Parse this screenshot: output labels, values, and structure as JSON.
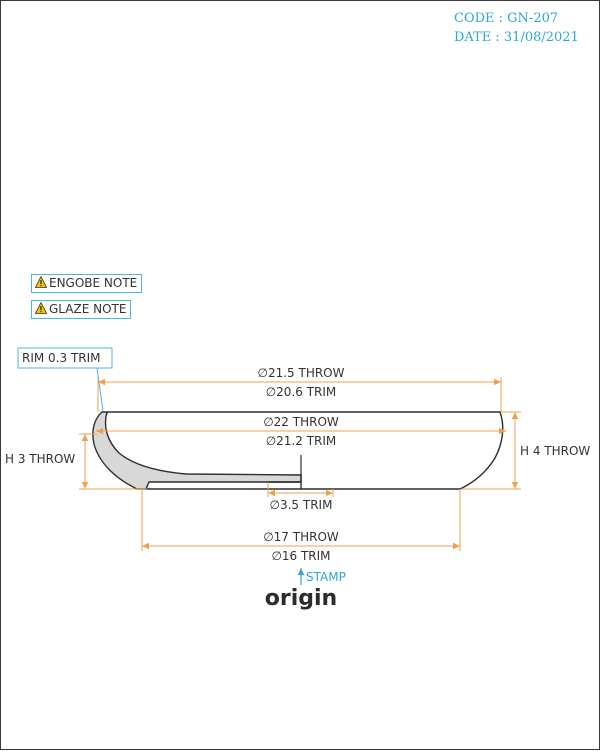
{
  "header": {
    "code": "CODE : GN-207",
    "date": "DATE : 31/08/2021"
  },
  "notes": {
    "engobe": "ENGOBE NOTE",
    "glaze": "GLAZE NOTE"
  },
  "rim_callout": "RIM 0.3 TRIM",
  "dimensions": {
    "top_throw": "∅21.5 THROW",
    "top_trim": "∅20.6 TRIM",
    "mid_throw": "∅22 THROW",
    "mid_trim": "∅21.2 TRIM",
    "foot_inner_trim": "∅3.5 TRIM",
    "base_throw": "∅17 THROW",
    "base_trim": "∅16 TRIM",
    "height_left": "H 3 THROW",
    "height_right": "H 4 THROW"
  },
  "stamp_label": "STAMP",
  "logo_text": "origin",
  "colors": {
    "dimension_line": "#f0a050",
    "accent_blue": "#2ea7d8",
    "outline": "#2f2f2f",
    "section_fill": "#d8d8d8"
  }
}
